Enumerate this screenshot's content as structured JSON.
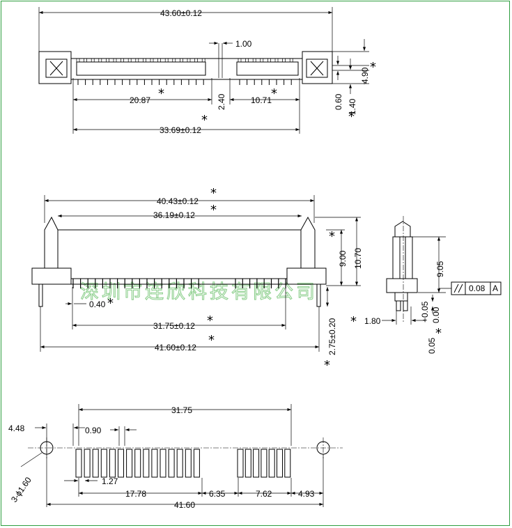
{
  "watermark": "深圳市连欣科技有限公司",
  "top_view": {
    "overall": "43.60±0.12",
    "pitch_gap": "1.00",
    "height": "4.90",
    "left_span": "20.87",
    "gap": "2.40",
    "right_span": "10.71",
    "body": "33.69±0.12",
    "offset_a": "0.60",
    "offset_b": "1.40"
  },
  "front_view": {
    "outer": "40.43±0.12",
    "inner": "36.19±0.12",
    "height_a": "9.00",
    "height_b": "10.70",
    "pin": "0.40",
    "pin_span": "31.75±0.12",
    "overall": "41.60±0.12",
    "tail": "2.75±0.20"
  },
  "side_view": {
    "height": "9.05",
    "tolerance_box": "0.08",
    "datum": "A",
    "width": "1.80",
    "tol_plus": "+0.05",
    "tol_zero": "0.00",
    "tol_base": "0.05"
  },
  "footprint": {
    "span": "31.75",
    "edge": "4.48",
    "pitch_x": "0.90",
    "hole": "3-ϕ1.60",
    "pitch": "1.27",
    "left_group": "17.78",
    "gap": "6.35",
    "right_group": "7.62",
    "right_edge": "4.93",
    "overall": "41.60"
  },
  "star": "*"
}
